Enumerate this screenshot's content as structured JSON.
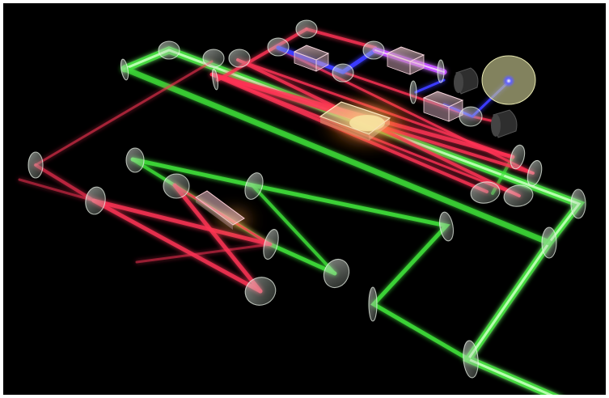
{
  "colors": {
    "background": "#000000",
    "pump_beam": "#3fe23a",
    "red_beam": "#ff3355",
    "blue_beam": "#3a3aff",
    "violet_beam": "#c050ff",
    "crystal_glow": "#ffb040",
    "optic_glass": "#d8e8d8",
    "detector": "#333333",
    "target_disc": "#c8c890"
  },
  "optics": {
    "mirror_count": 28,
    "nonlinear_crystals": 2,
    "modulator_cubes": 3,
    "detectors": 2
  }
}
